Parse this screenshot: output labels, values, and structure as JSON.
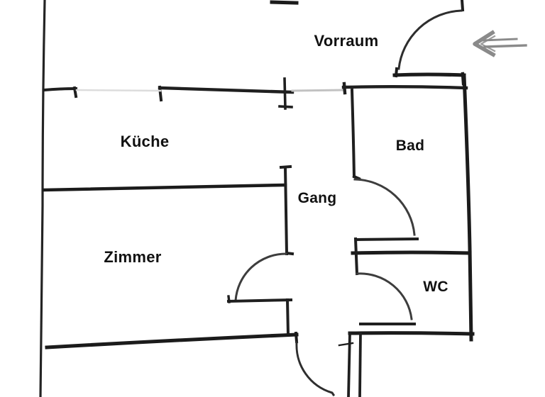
{
  "floor_plan": {
    "title": "apartment floor plan sketch",
    "rooms": {
      "vorraum": {
        "label": "Vorraum"
      },
      "kueche": {
        "label": "Küche"
      },
      "bad": {
        "label": "Bad"
      },
      "gang": {
        "label": "Gang"
      },
      "zimmer": {
        "label": "Zimmer"
      },
      "wc": {
        "label": "WC"
      }
    },
    "icons": {
      "entrance_arrow": {
        "name": "entrance-arrow-icon",
        "direction": "left"
      }
    },
    "colors": {
      "wall": "#1f1f1f",
      "door_arc": "#3d3d3d",
      "opening_light": "#c2c2c2",
      "opening_faint": "#dcdcdc",
      "arrow": "#8a8a8a",
      "background": "#ffffff",
      "text": "#111111"
    }
  }
}
